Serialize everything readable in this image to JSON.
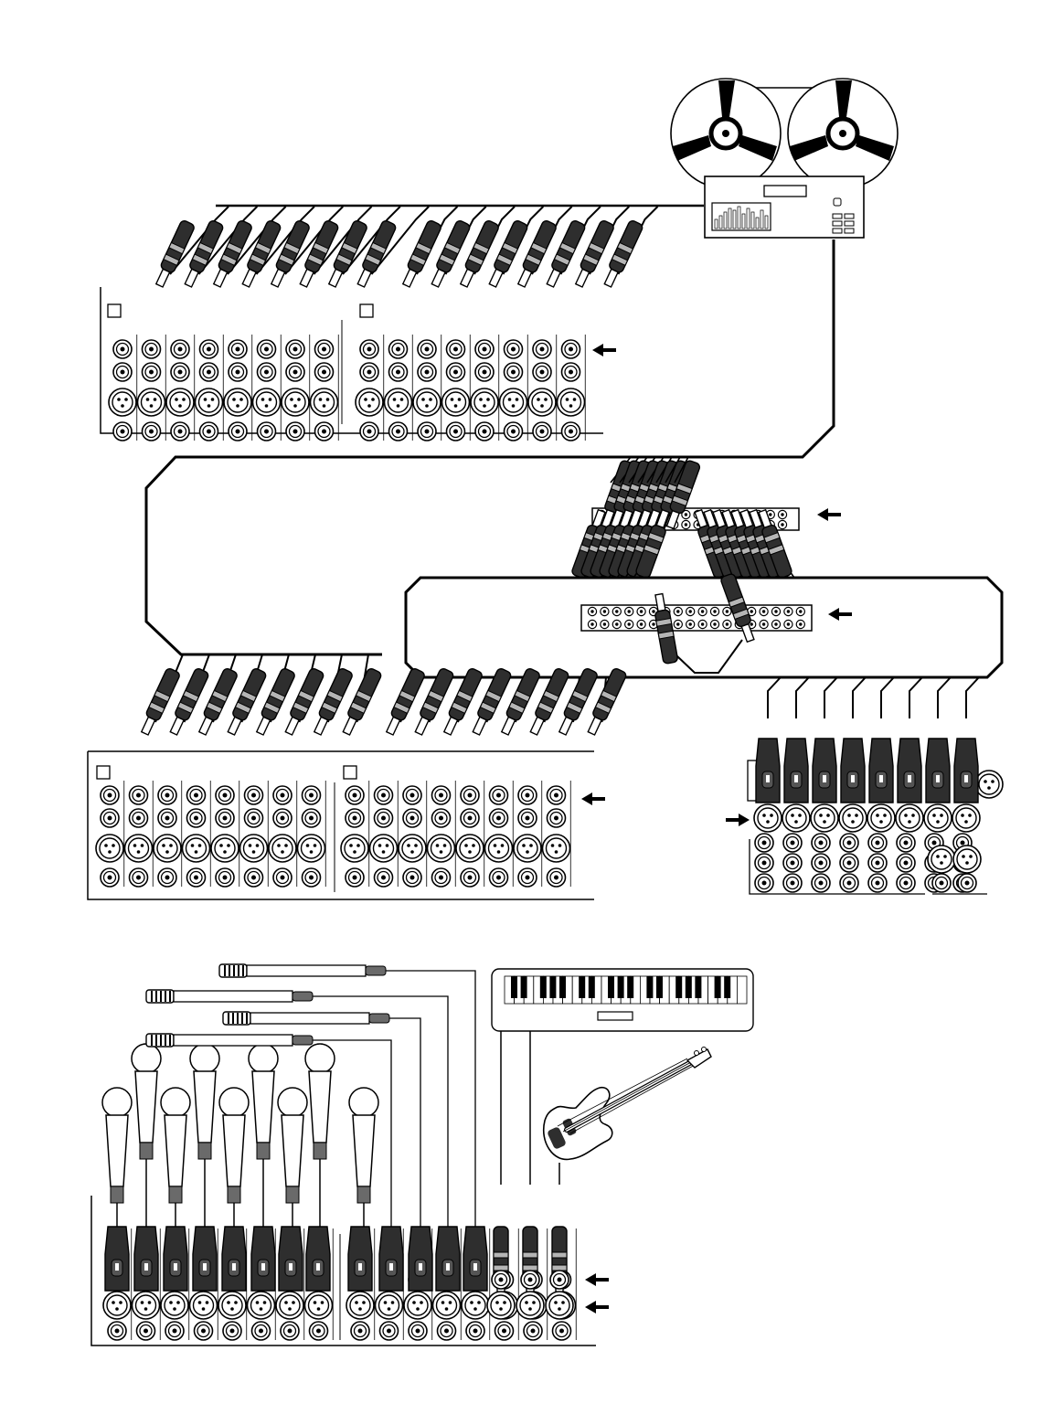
{
  "diagram": {
    "title": "",
    "components": [
      {
        "id": "tape-machine",
        "name": "multitrack-tape-recorder"
      },
      {
        "id": "mixer-top",
        "name": "mixer-rear-panel-top"
      },
      {
        "id": "patchbay-a",
        "name": "patchbay-upper"
      },
      {
        "id": "patchbay-b",
        "name": "patchbay-lower"
      },
      {
        "id": "mixer-middle",
        "name": "mixer-rear-panel-middle"
      },
      {
        "id": "expander",
        "name": "expander-rear-panel"
      },
      {
        "id": "mixer-bottom",
        "name": "mixer-rear-panel-bottom"
      },
      {
        "id": "keyboard",
        "name": "keyboard-synthesizer"
      },
      {
        "id": "bass",
        "name": "bass-guitar"
      }
    ],
    "counts": {
      "top_jacks": 16,
      "middle_jacks": 16,
      "expander_xlr": 8,
      "microphones": 9,
      "di_cables": 4,
      "bottom_xlr": 13,
      "bottom_trs": 3
    },
    "arrows": 7
  },
  "colors": {
    "ink": "#000000",
    "plug": "#2e2e2e",
    "plug_band": "#b5b5b5",
    "mic_body": "#ffffff",
    "mic_neck": "#6a6a6a",
    "paper": "#ffffff"
  }
}
